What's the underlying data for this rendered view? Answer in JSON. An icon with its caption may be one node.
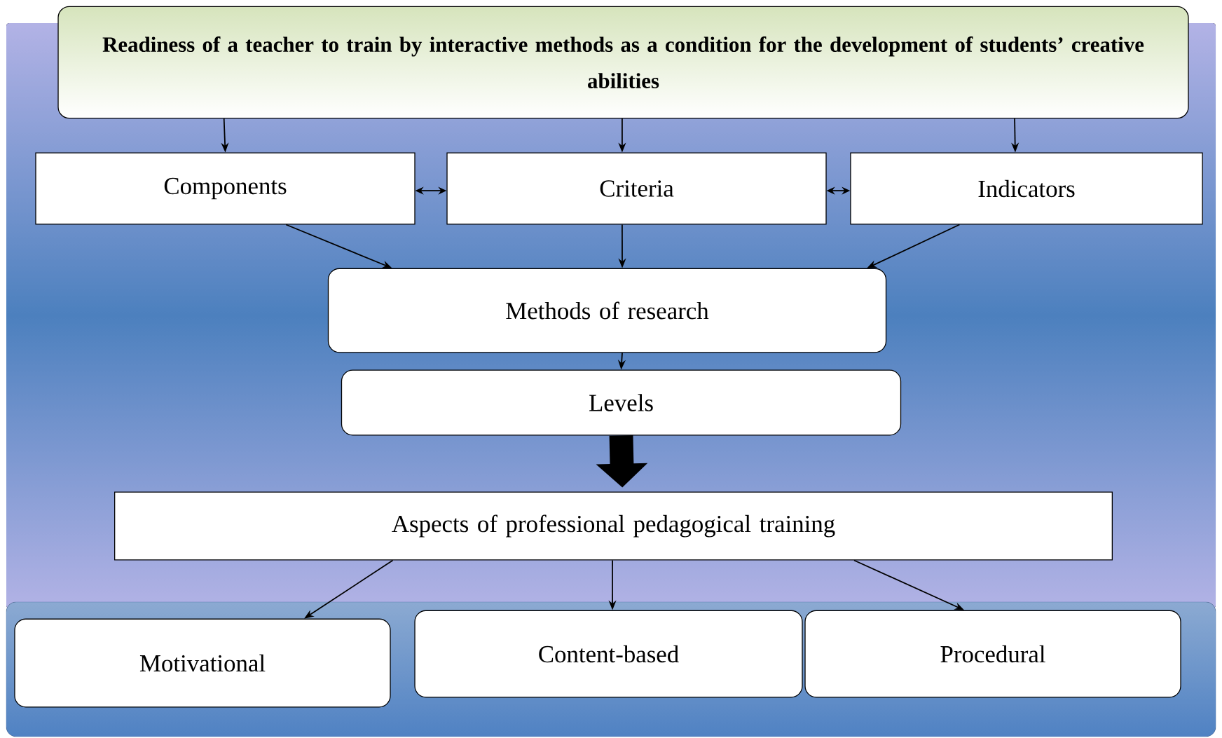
{
  "diagram": {
    "nodes": [
      {
        "text": [
          "Readiness of a teacher to train by interactive methods as a condition for the development of students’ creative abilities"
        ]
      },
      {
        "text": [
          "Components"
        ]
      },
      {
        "text": [
          "Criteria"
        ]
      },
      {
        "text": [
          "Indicators"
        ]
      },
      {
        "text": [
          "Methods of research"
        ]
      },
      {
        "text": [
          "Levels"
        ]
      },
      {
        "text": [
          "Aspects of professional pedagogical training"
        ]
      },
      {
        "text": [
          "Motivational"
        ]
      },
      {
        "text": [
          "Content-based"
        ]
      },
      {
        "text": [
          "Procedural"
        ]
      }
    ],
    "edges": [
      {
        "from": 0,
        "to": 1,
        "arrow": "to"
      },
      {
        "from": 0,
        "to": 2,
        "arrow": "to"
      },
      {
        "from": 0,
        "to": 3,
        "arrow": "to"
      },
      {
        "from": 1,
        "to": 2,
        "arrow": "both"
      },
      {
        "from": 2,
        "to": 3,
        "arrow": "both"
      },
      {
        "from": 1,
        "to": 4,
        "arrow": "to"
      },
      {
        "from": 2,
        "to": 4,
        "arrow": "to"
      },
      {
        "from": 3,
        "to": 4,
        "arrow": "to"
      },
      {
        "from": 4,
        "to": 5,
        "arrow": "to"
      },
      {
        "from": 5,
        "to": 6,
        "arrow": "to",
        "style": "thick"
      },
      {
        "from": 6,
        "to": 7,
        "arrow": "to"
      },
      {
        "from": 6,
        "to": 8,
        "arrow": "to"
      },
      {
        "from": 6,
        "to": 9,
        "arrow": "to"
      }
    ]
  }
}
